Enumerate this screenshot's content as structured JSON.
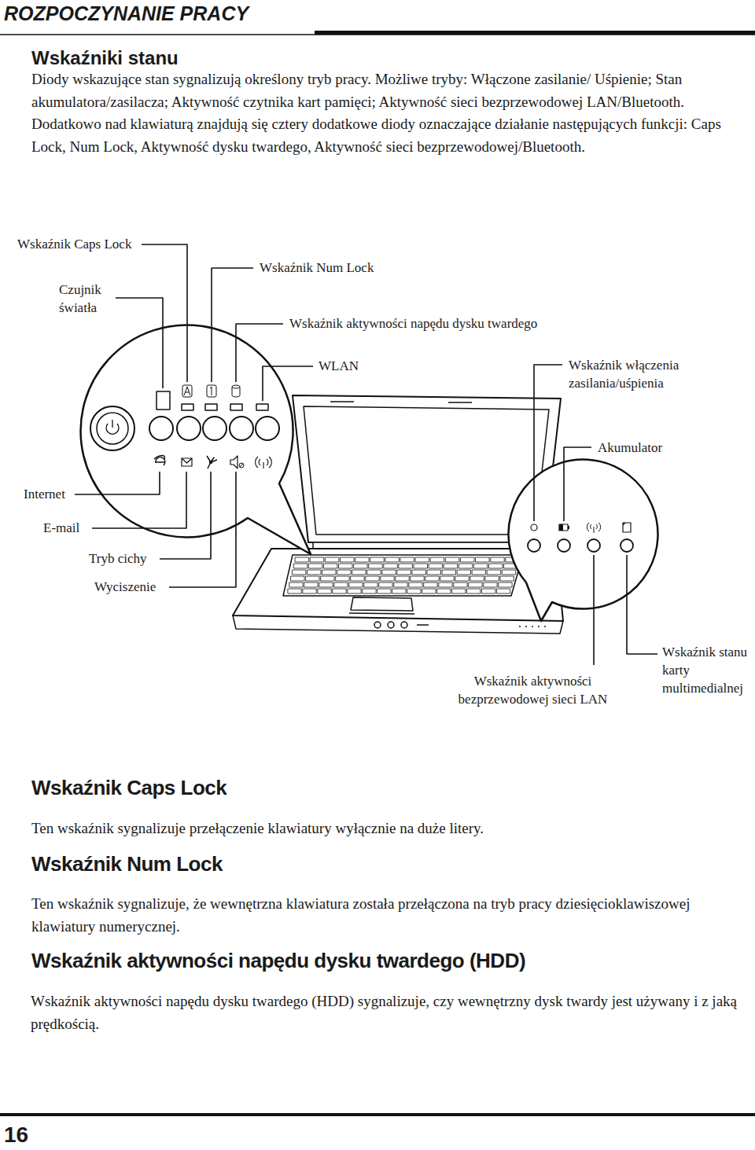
{
  "diagram": {
    "title": "Wskaźniki stanu",
    "labels": [
      "ROZPOCZYNANIE PRACY",
      "Diody wskazujące stan sygnalizują określony tryb pracy. Możliwe tryby: Włączone zasilanie/ Uśpienie; Stan akumulatora/zasilacza; Aktywność czytnika kart pamięci; Aktywność sieci bezprzewodowej LAN/Bluetooth. Dodatkowo nad klawiaturą znajdują się cztery dodatkowe diody oznaczające działanie następujących funkcji: Caps Lock, Num Lock, Aktywność dysku twardego, Aktywność sieci bezprzewodowej/Bluetooth.",
      "Wskaźnik Caps Lock",
      "Czujnik światła",
      "Wskaźnik Num Lock",
      "Wskaźnik aktywności napędu dysku twardego",
      "WLAN",
      "Wskaźnik włączenia zasilania/uśpienia",
      "Akumulator",
      "Internet",
      "E-mail",
      "Tryb cichy",
      "Wyciszenie",
      "Wskaźnik aktywności bezprzewodowej sieci LAN",
      "Wskaźnik stanu karty multimedialnej",
      "Wskaźnik Caps Lock",
      "Ten wskaźnik sygnalizuje przełączenie klawiatury wyłącznie na duże litery.",
      "Wskaźnik Num Lock",
      "Ten wskaźnik sygnalizuje, że wewnętrzna klawiatura została przełączona na tryb pracy dziesięcioklawiszowej klawiatury numerycznej.",
      "Wskaźnik aktywności napędu dysku twardego (HDD)",
      "Wskaźnik aktywności napędu dysku twardego (HDD) sygnalizuje, czy wewnętrzny dysk twardy jest używany i z jaką prędkością.",
      "16"
    ]
  }
}
